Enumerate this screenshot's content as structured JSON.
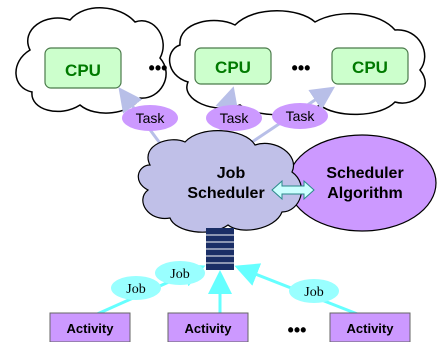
{
  "cpus": [
    {
      "label": "CPU"
    },
    {
      "label": "CPU"
    },
    {
      "label": "CPU"
    }
  ],
  "ellipsis": "•••",
  "tasks": [
    {
      "label": "Task"
    },
    {
      "label": "Task"
    },
    {
      "label": "Task"
    }
  ],
  "job_scheduler": {
    "line1": "Job",
    "line2": "Scheduler"
  },
  "scheduler_algorithm": {
    "line1": "Scheduler",
    "line2": "Algorithm"
  },
  "jobs": [
    {
      "label": "Job"
    },
    {
      "label": "Job"
    },
    {
      "label": "Job"
    }
  ],
  "activities": [
    {
      "label": "Activity"
    },
    {
      "label": "Activity"
    },
    {
      "label": "Activity"
    }
  ],
  "colors": {
    "cpu_fill": "#ccffcc",
    "cpu_text": "#007a00",
    "task_fill": "#cc99ff",
    "scheduler_cloud": "#c0c0e8",
    "algorithm_fill": "#cc99ff",
    "job_fill": "#99ffff",
    "activity_fill": "#cc99ff",
    "arrow_task": "#b8bfe8",
    "arrow_job": "#66ffff",
    "queue_fill": "#1a2e66"
  }
}
